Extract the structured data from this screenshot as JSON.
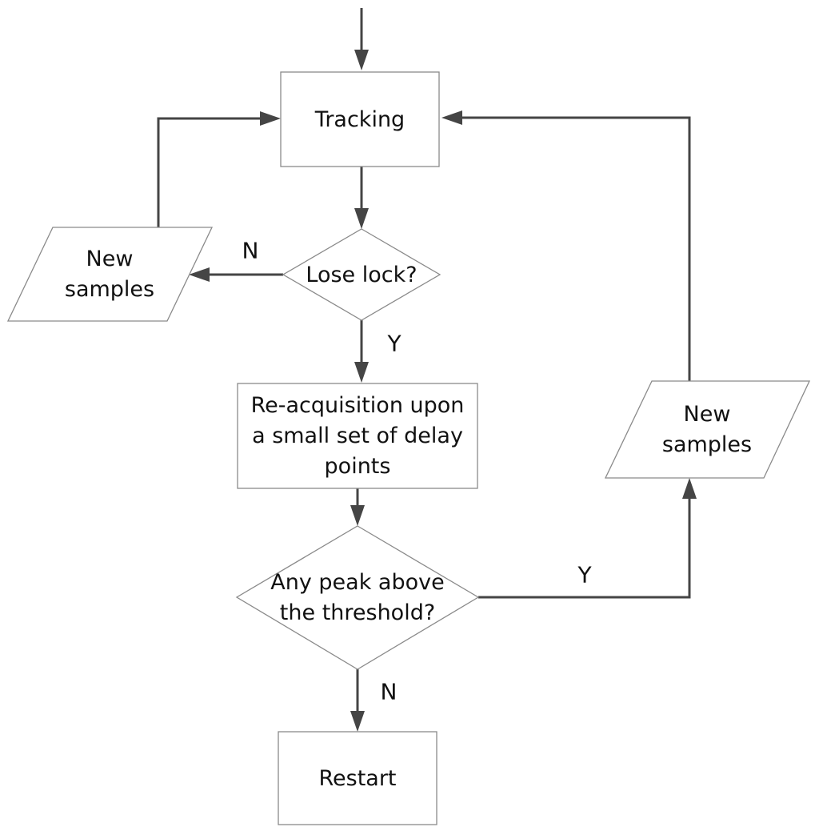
{
  "nodes": {
    "tracking": {
      "lines": [
        "Tracking"
      ]
    },
    "lose_lock": {
      "lines": [
        "Lose lock?"
      ]
    },
    "new_samples_left": {
      "lines": [
        "New",
        "samples"
      ]
    },
    "reacquisition": {
      "lines": [
        "Re-acquisition upon",
        "a small set of delay",
        "points"
      ]
    },
    "threshold": {
      "lines": [
        "Any peak above",
        "the threshold?"
      ]
    },
    "new_samples_right": {
      "lines": [
        "New",
        "samples"
      ]
    },
    "restart": {
      "lines": [
        "Restart"
      ]
    }
  },
  "edge_labels": {
    "lose_lock_no": "N",
    "lose_lock_yes": "Y",
    "threshold_yes": "Y",
    "threshold_no": "N"
  },
  "colors": {
    "edge": "#454545",
    "node_border": "#8a8a8a",
    "node_fill": "#ffffff",
    "text": "#111111"
  }
}
